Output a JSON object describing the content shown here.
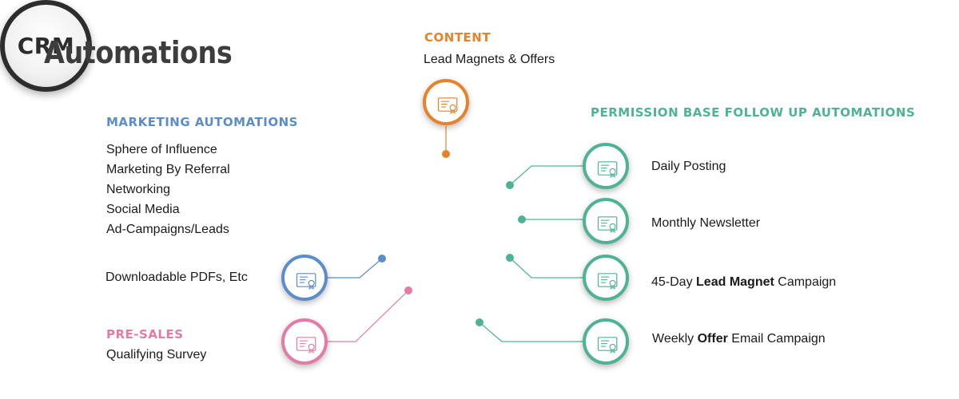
{
  "title": "Automations",
  "colors": {
    "orange": "#e8822a",
    "blue": "#5b8ccc",
    "teal": "#4db394",
    "pink": "#e57aa6",
    "dark": "#2d2d2d"
  },
  "center": {
    "label": "CRM"
  },
  "content": {
    "heading": "CONTENT",
    "subtitle": "Lead Magnets & Offers",
    "icon": "certificate-icon"
  },
  "marketing": {
    "heading": "MARKETING AUTOMATIONS",
    "items": [
      "Sphere of Influence",
      "Marketing By Referral",
      "Networking",
      "Social Media",
      "Ad-Campaigns/Leads"
    ],
    "downloadable": "Downloadable PDFs, Etc",
    "icon": "certificate-icon"
  },
  "presales": {
    "heading": "PRE-SALES",
    "subtitle": "Qualifying Survey",
    "icon": "certificate-icon"
  },
  "followup": {
    "heading": "PERMISSION BASE FOLLOW UP AUTOMATIONS",
    "items": [
      {
        "pre": "Daily Posting",
        "bold": "",
        "post": ""
      },
      {
        "pre": "Monthly Newsletter",
        "bold": "",
        "post": ""
      },
      {
        "pre": "45-Day ",
        "bold": "Lead Magnet",
        "post": " Campaign"
      },
      {
        "pre": "Weekly ",
        "bold": "Offer",
        "post": " Email Campaign"
      }
    ],
    "icon": "certificate-icon"
  }
}
